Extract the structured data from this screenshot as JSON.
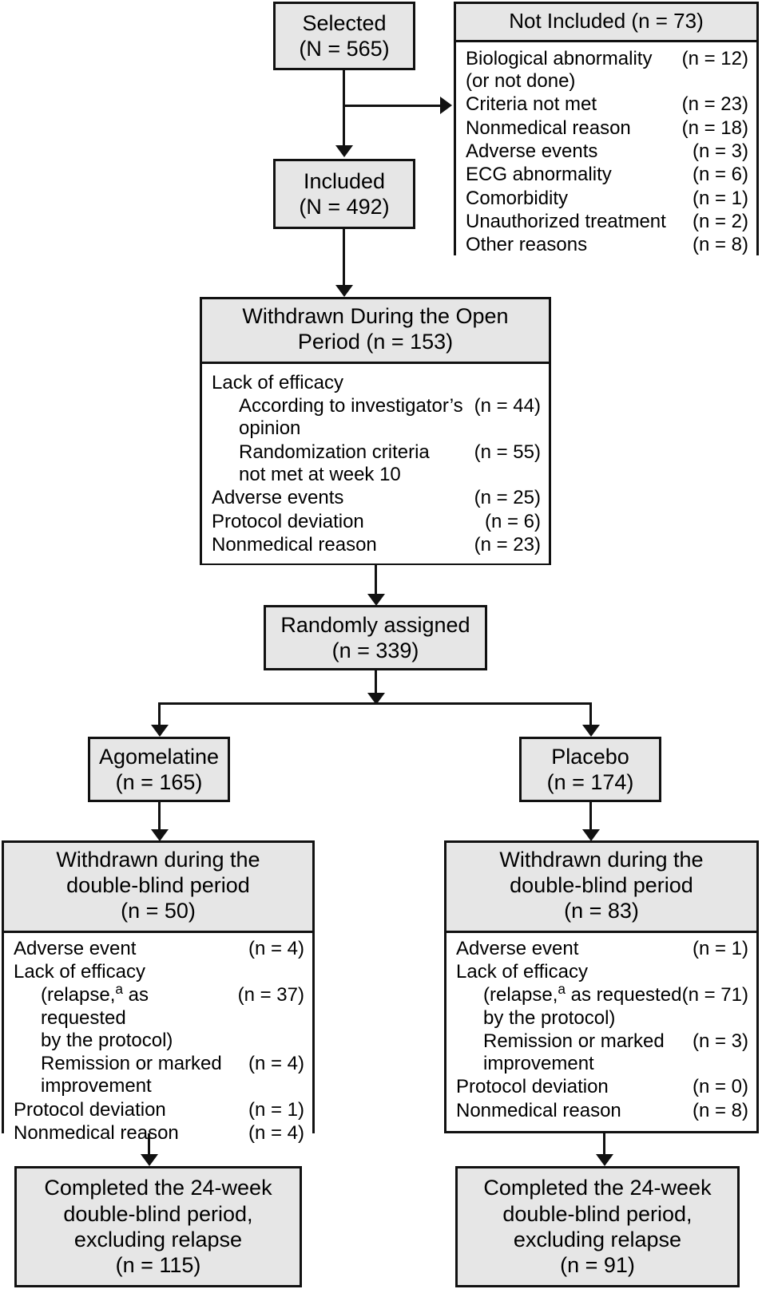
{
  "diagram": {
    "title": "Participant flow diagram",
    "colors": {
      "box_fill": "#e6e6e6",
      "body_fill": "#ffffff",
      "stroke": "#111111"
    }
  },
  "selected": {
    "text": "Selected\n(N = 565)"
  },
  "included": {
    "text": "Included\n(N = 492)"
  },
  "not_included": {
    "header": "Not Included (n = 73)",
    "rows": [
      {
        "label": "Biological abnormality\n   (or not done)",
        "value": "(n = 12)"
      },
      {
        "label": "Criteria not met",
        "value": "(n = 23)"
      },
      {
        "label": "Nonmedical reason",
        "value": "(n = 18)"
      },
      {
        "label": "Adverse events",
        "value": "(n = 3)"
      },
      {
        "label": "ECG abnormality",
        "value": "(n = 6)"
      },
      {
        "label": "Comorbidity",
        "value": "(n = 1)"
      },
      {
        "label": "Unauthorized treatment",
        "value": "(n = 2)"
      },
      {
        "label": "Other reasons",
        "value": "(n = 8)"
      }
    ]
  },
  "withdrawn_open": {
    "header": "Withdrawn During the Open\nPeriod (n = 153)",
    "rows": [
      {
        "label": "Lack of efficacy",
        "value": "",
        "indent": 0
      },
      {
        "label": "According to investigator’s\nopinion",
        "value": "(n = 44)",
        "indent": 1
      },
      {
        "label": "Randomization criteria\nnot met at week 10",
        "value": "(n = 55)",
        "indent": 1
      },
      {
        "label": "Adverse events",
        "value": "(n = 25)",
        "indent": 0
      },
      {
        "label": "Protocol deviation",
        "value": "(n = 6)",
        "indent": 0
      },
      {
        "label": "Nonmedical reason",
        "value": "(n = 23)",
        "indent": 0
      }
    ]
  },
  "randomized": {
    "text": "Randomly assigned\n(n = 339)"
  },
  "arms": {
    "left": {
      "text": "Agomelatine\n(n = 165)"
    },
    "right": {
      "text": "Placebo\n(n = 174)"
    }
  },
  "withdrawn_db_left": {
    "header": "Withdrawn during the\ndouble-blind period\n(n = 50)",
    "rows": [
      {
        "label": "Adverse event",
        "value": "(n = 4)",
        "indent": 0
      },
      {
        "label": "Lack of efficacy",
        "value": "",
        "indent": 0
      },
      {
        "label_pre": "(relapse,",
        "sup": "a",
        "label_post": " as requested\nby the protocol)",
        "value": "(n = 37)",
        "indent": 1
      },
      {
        "label": "Remission or marked\nimprovement",
        "value": "(n = 4)",
        "indent": 1
      },
      {
        "label": "Protocol deviation",
        "value": "(n = 1)",
        "indent": 0
      },
      {
        "label": "Nonmedical reason",
        "value": "(n = 4)",
        "indent": 0
      }
    ]
  },
  "withdrawn_db_right": {
    "header": "Withdrawn during the\ndouble-blind period\n(n = 83)",
    "rows": [
      {
        "label": "Adverse event",
        "value": "(n = 1)",
        "indent": 0
      },
      {
        "label": "Lack of efficacy",
        "value": "",
        "indent": 0
      },
      {
        "label_pre": "(relapse,",
        "sup": "a",
        "label_post": " as requested\nby the protocol)",
        "value": "(n = 71)",
        "indent": 1
      },
      {
        "label": "Remission or marked\nimprovement",
        "value": "(n = 3)",
        "indent": 1
      },
      {
        "label": "Protocol deviation",
        "value": "(n = 0)",
        "indent": 0
      },
      {
        "label": "Nonmedical reason",
        "value": "(n = 8)",
        "indent": 0
      }
    ]
  },
  "completed": {
    "left": {
      "text": "Completed the 24-week\ndouble-blind period,\nexcluding relapse\n(n = 115)"
    },
    "right": {
      "text": "Completed the 24-week\ndouble-blind period,\nexcluding relapse\n(n = 91)"
    }
  }
}
